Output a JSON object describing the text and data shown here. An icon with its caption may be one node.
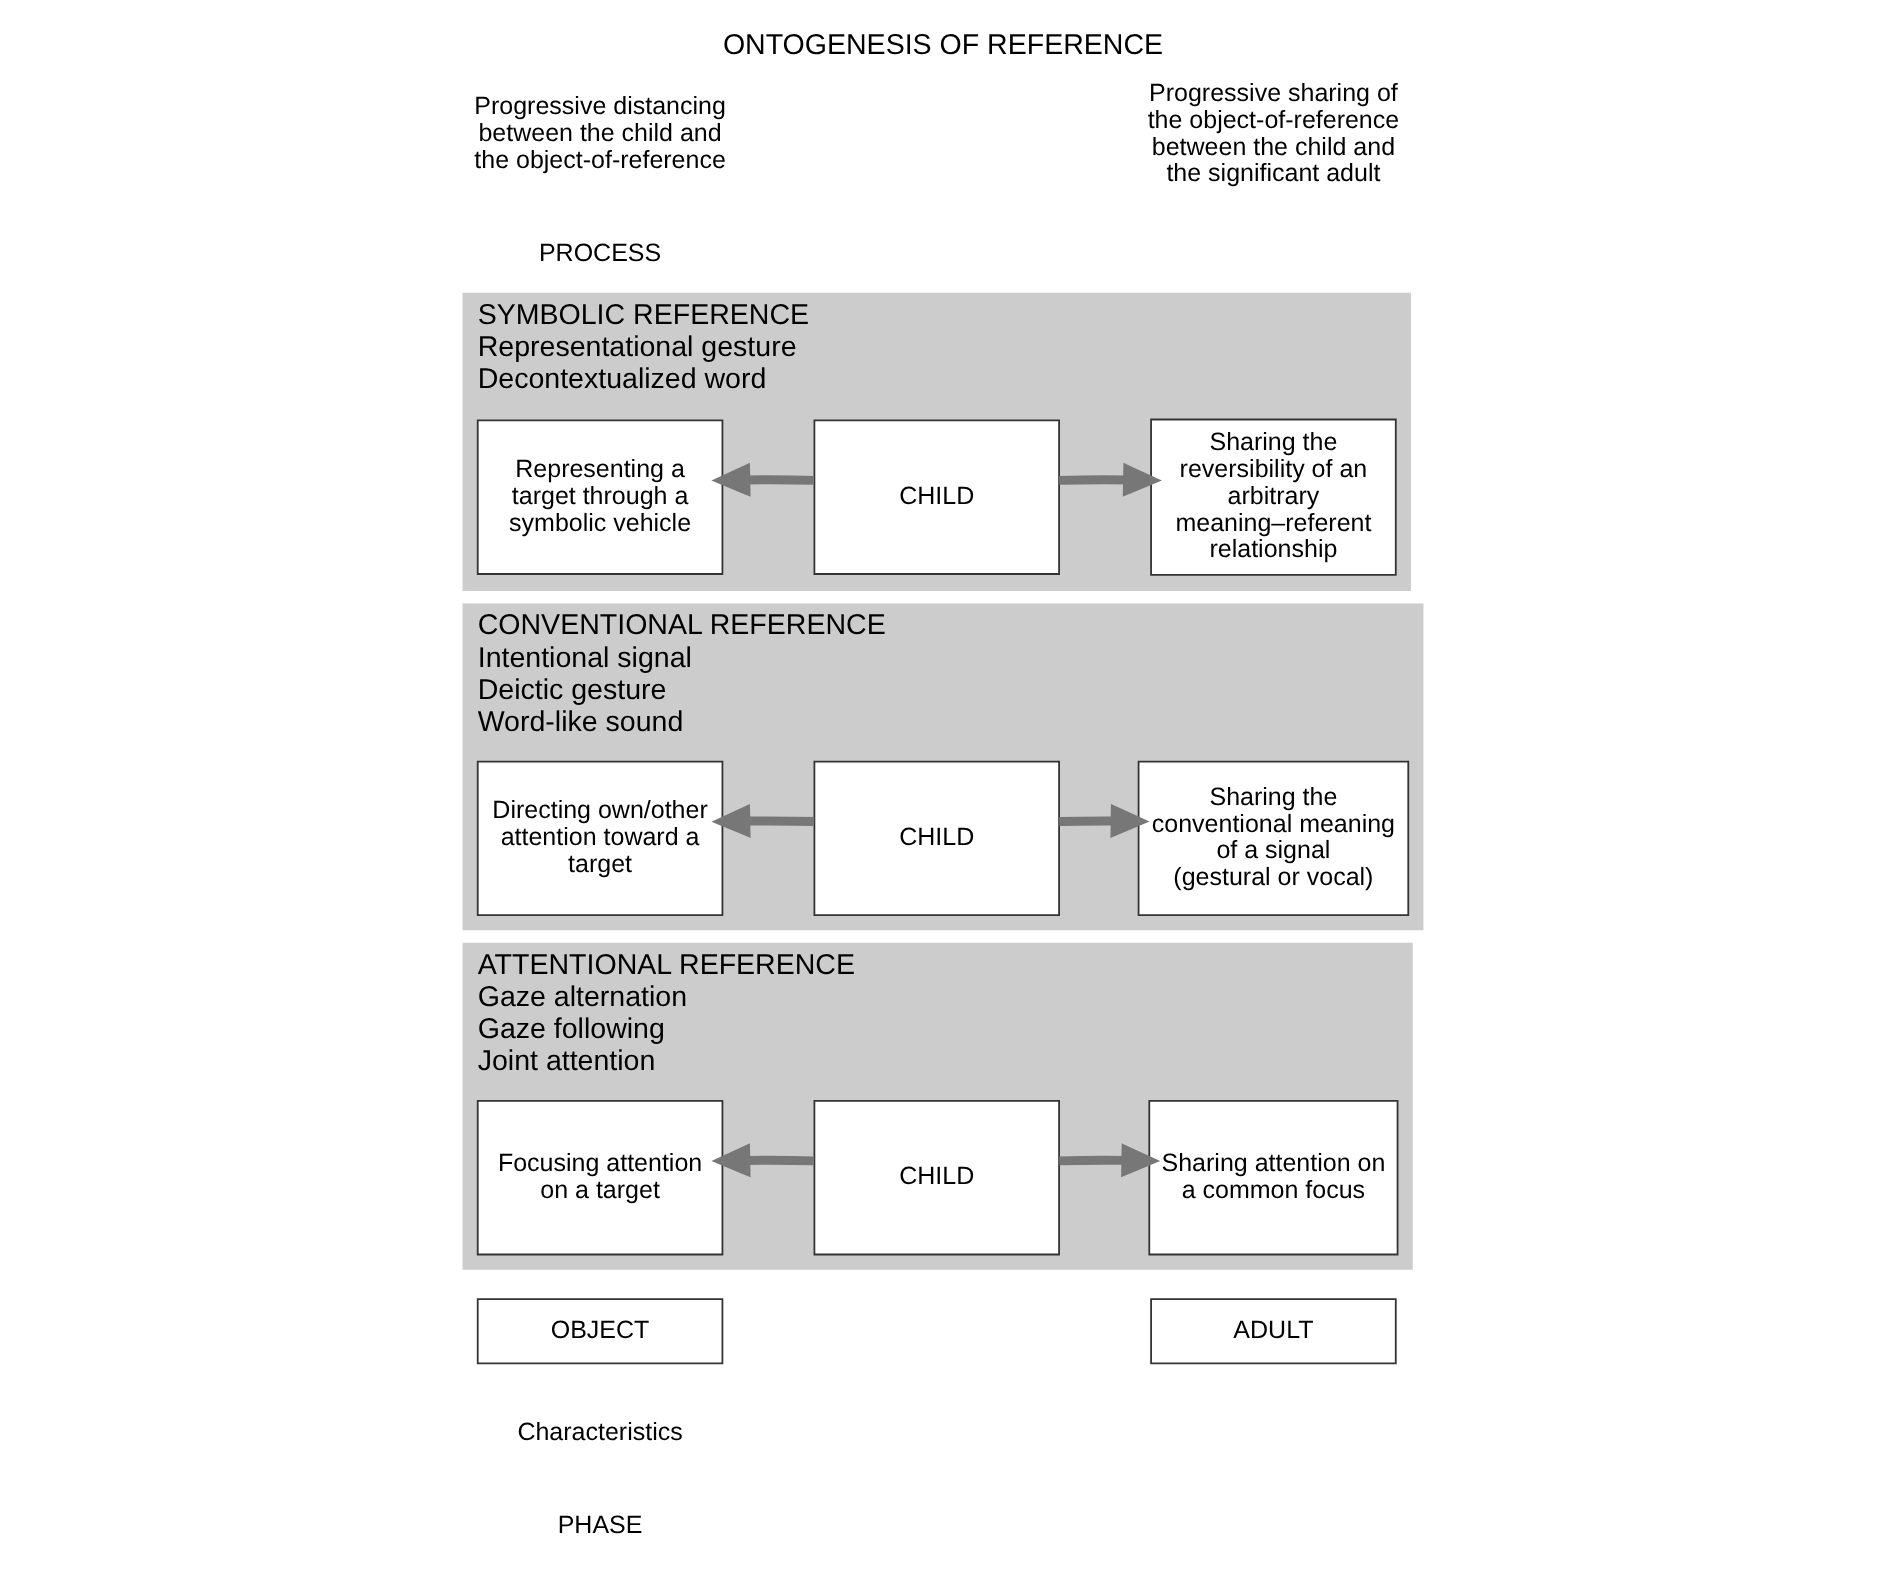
{
  "diagram": {
    "title": "ONTOGENESIS OF REFERENCE",
    "nodes": [
      {
        "text": [
          "OBJECT"
        ]
      },
      {
        "text": [
          "ADULT"
        ]
      },
      {
        "text": [
          "ATTENTIONAL REFERENCE",
          "Gaze alternation",
          "Gaze following",
          "Joint attention"
        ]
      },
      {
        "text": [
          "Focusing attention on a target"
        ],
        "in": 2
      },
      {
        "text": [
          "CHILD"
        ],
        "in": 2
      },
      {
        "text": [
          "Sharing attention on a common focus"
        ],
        "in": 2
      },
      {
        "text": [
          "CONVENTIONAL REFERENCE",
          "Intentional signal",
          "Deictic gesture",
          "Word-like sound"
        ]
      },
      {
        "text": [
          "Directing own/other attention toward a target"
        ],
        "in": 6
      },
      {
        "text": [
          "CHILD"
        ],
        "in": 6
      },
      {
        "text": [
          "Sharing the conventional meaning of a signal (gestural or vocal)"
        ],
        "in": 6
      },
      {
        "text": [
          "SYMBOLIC REFERENCE",
          "Representational gesture",
          "Decontextualized word"
        ]
      },
      {
        "text": [
          "Representing a target through a symbolic vehicle"
        ],
        "in": 10
      },
      {
        "text": [
          "CHILD"
        ],
        "in": 10
      },
      {
        "text": [
          "Sharing the reversibility of an arbitrary meaning–referent relationship"
        ],
        "in": 10
      }
    ],
    "edges": [
      {
        "from": 4,
        "to": 3,
        "arrow": "to"
      },
      {
        "from": 4,
        "to": 5,
        "arrow": "to"
      },
      {
        "from": 8,
        "to": 7,
        "arrow": "to"
      },
      {
        "from": 8,
        "to": 9,
        "arrow": "to"
      },
      {
        "from": 12,
        "to": 11,
        "arrow": "to"
      },
      {
        "from": 12,
        "to": 13,
        "arrow": "to"
      }
    ],
    "labels": [
      "PHASE",
      "Characteristics",
      "PROCESS",
      "Progressive distancing between the child and the object-of-reference",
      "Progressive sharing of the object-of-reference between the child and the significant adult"
    ]
  }
}
